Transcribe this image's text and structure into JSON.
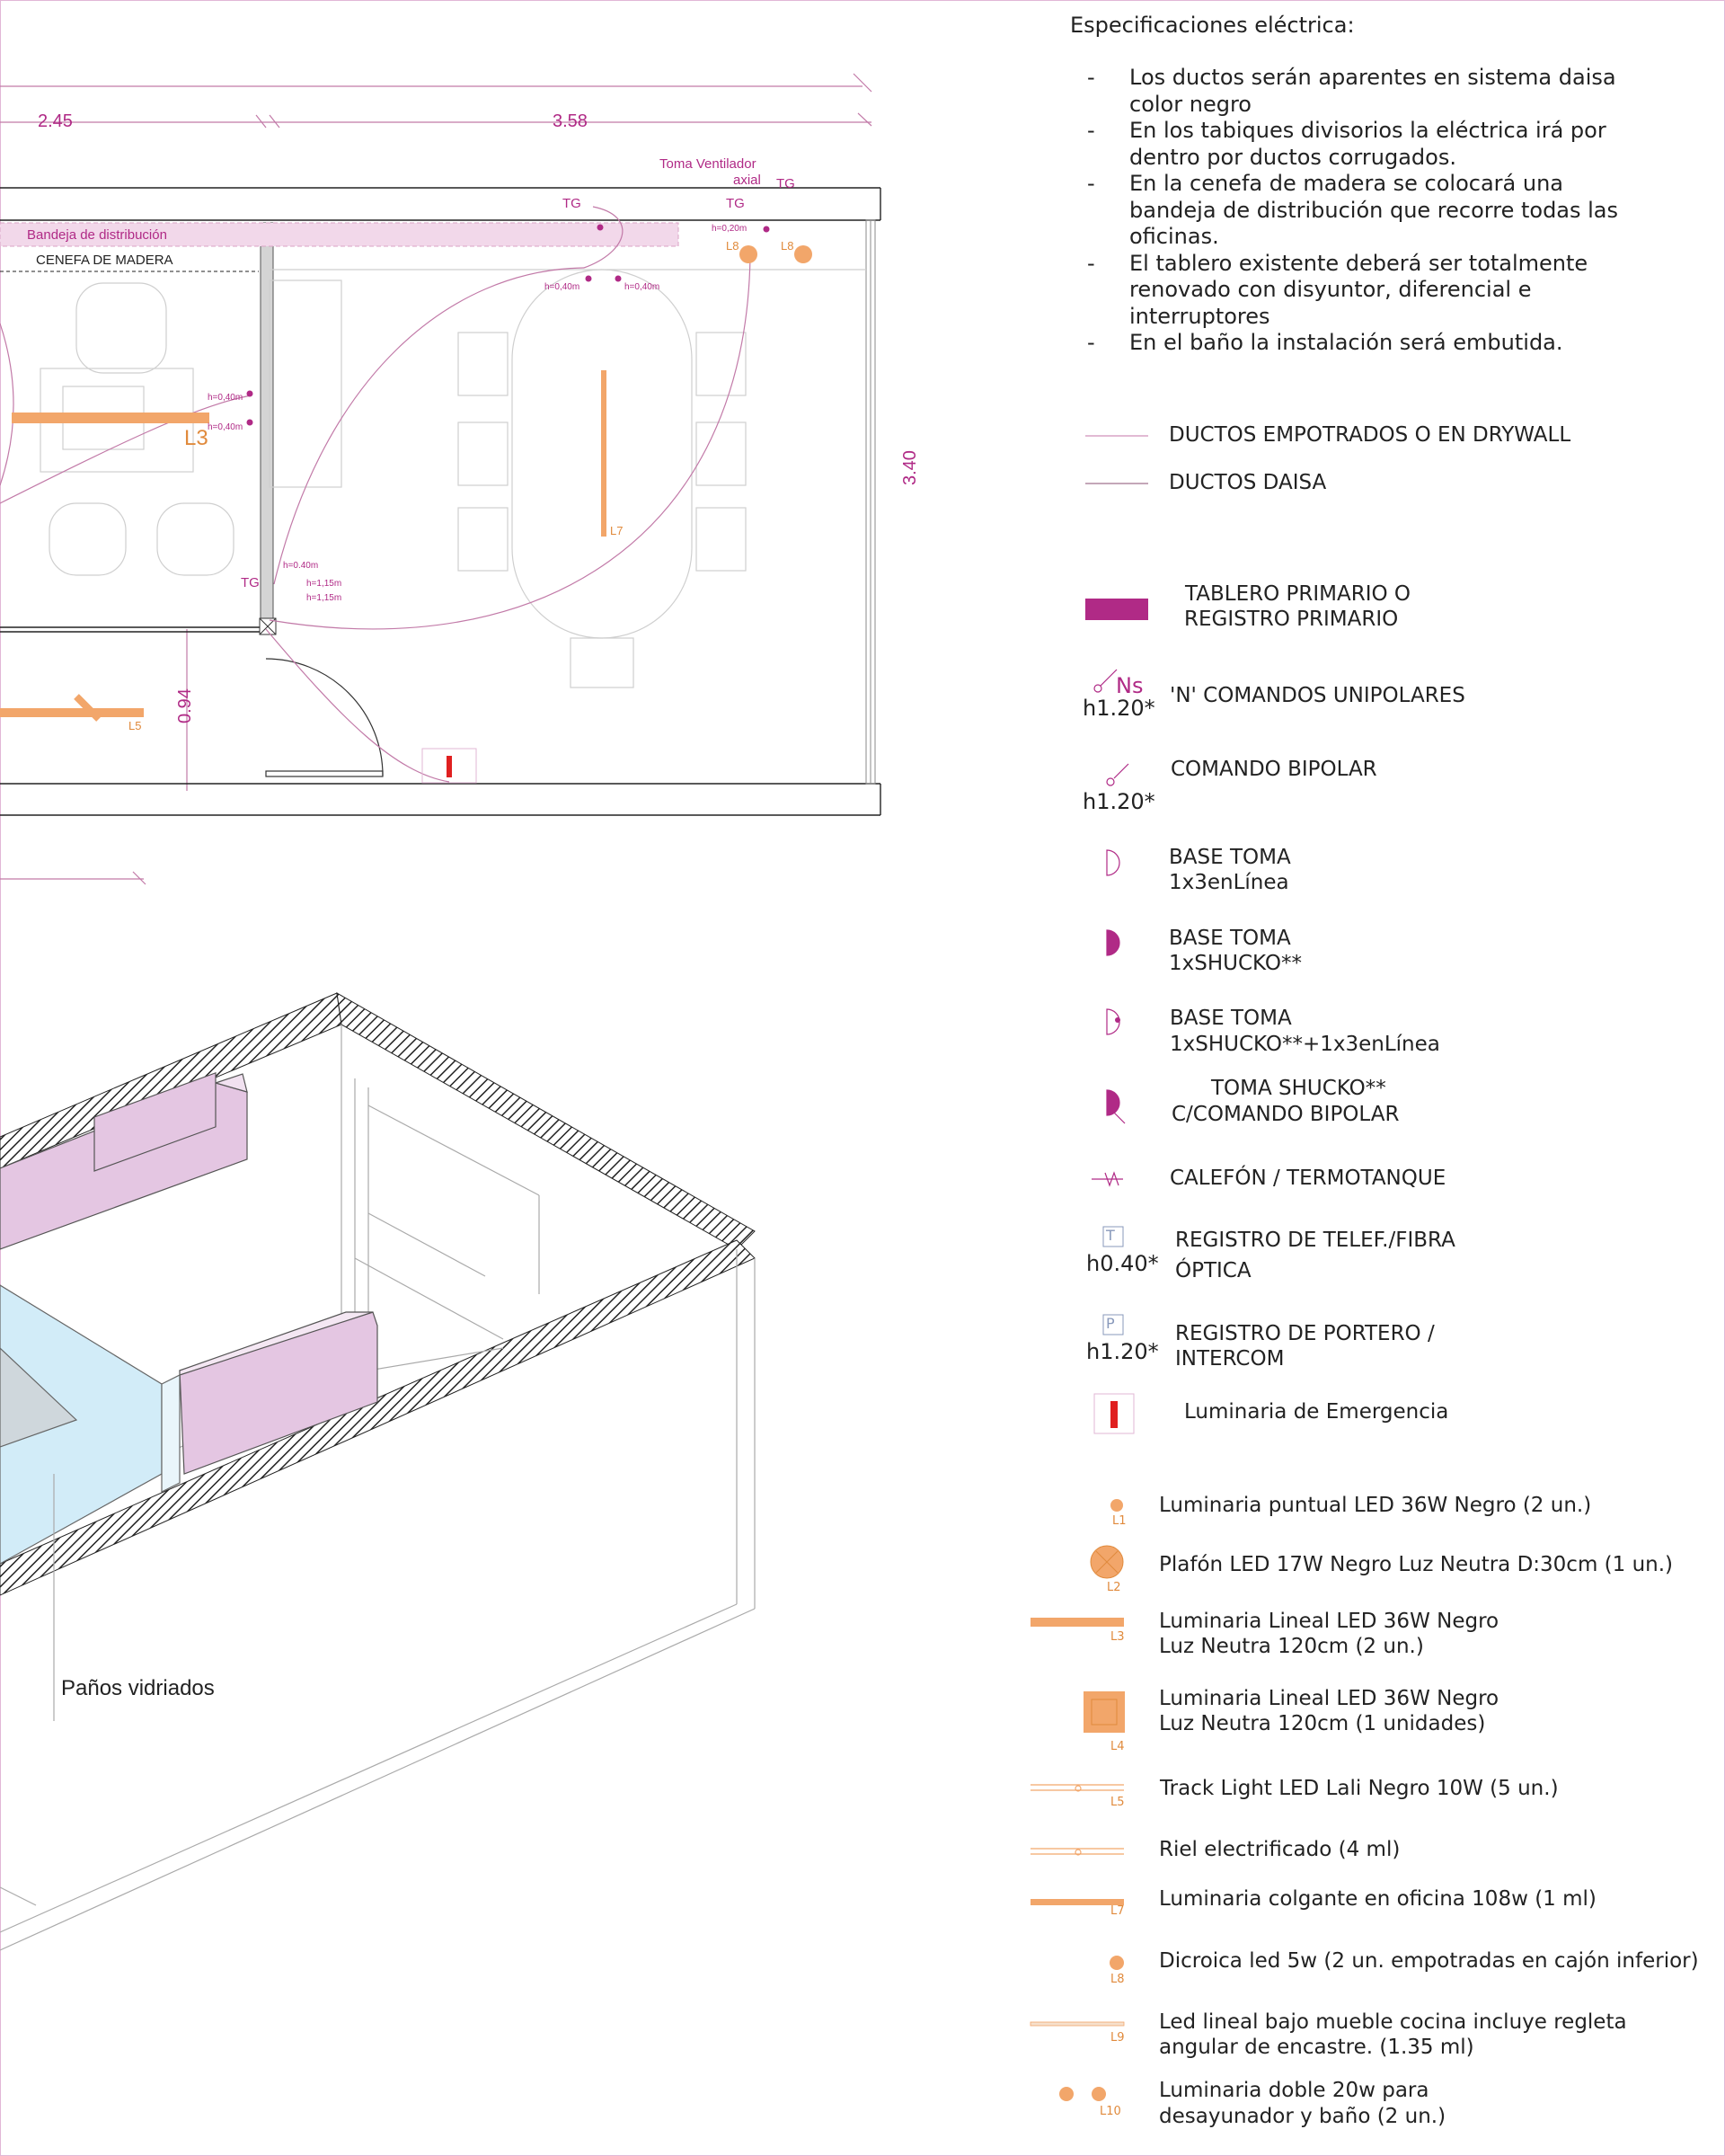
{
  "specs": {
    "title": "Especificaciones eléctrica:",
    "items": [
      "Los ductos serán aparentes en sistema daisa color negro",
      "En los tabiques divisorios la eléctrica irá por dentro por ductos corrugados.",
      "En la cenefa de madera se colocará una bandeja de distribución que recorre todas las oficinas.",
      "El tablero existente deberá ser totalmente renovado con disyuntor, diferencial e interruptores",
      "En el baño la instalación será embutida."
    ]
  },
  "plan": {
    "dim_a": "2.45",
    "dim_b": "3.58",
    "dim_height": "3.40",
    "dim_door": "0.94",
    "fan_label_1": "Toma Ventilador",
    "fan_label_2": "axial",
    "tg": "TG",
    "tray_label": "Bandeja de distribución",
    "valance_label": "CENEFA DE MADERA",
    "h020": "h=0,20m",
    "h040": "h=0,40m",
    "h040b": "h=0.40m",
    "h115": "h=1,15m",
    "l3": "L3",
    "l5": "L5",
    "l7": "L7",
    "l8": "L8"
  },
  "iso": {
    "glass_label": "Paños vidriados"
  },
  "legend": {
    "ducts_embedded": "DUCTOS EMPOTRADOS O EN DRYWALL",
    "ducts_daisa": "DUCTOS DAISA",
    "panel_1": "TABLERO PRIMARIO O",
    "panel_2": "REGISTRO PRIMARIO",
    "ns": "Ns",
    "h120": "h1.20*",
    "h040": "h0.40*",
    "unipolar": "'N' COMANDOS UNIPOLARES",
    "bipolar": "COMANDO BIPOLAR",
    "base1_a": "BASE TOMA",
    "base1_b": "1x3enLínea",
    "base2_a": "BASE TOMA",
    "base2_b": "1xSHUCKO**",
    "base3_a": "BASE TOMA",
    "base3_b": "1xSHUCKO**+1x3enLínea",
    "toma_a": "TOMA SHUCKO**",
    "toma_b": "C/COMANDO BIPOLAR",
    "heater": "CALEFÓN / TERMOTANQUE",
    "tel_a": "REGISTRO DE TELEF./FIBRA",
    "tel_b": "ÓPTICA",
    "tel_icon": "T",
    "port_a": "REGISTRO DE PORTERO /",
    "port_b": "INTERCOM",
    "port_icon": "P",
    "emergency": "Luminaria de Emergencia",
    "L1": {
      "tag": "L1",
      "text": "Luminaria puntual LED 36W Negro (2 un.)"
    },
    "L2": {
      "tag": "L2",
      "text": "Plafón LED 17W Negro Luz Neutra D:30cm (1 un.)"
    },
    "L3": {
      "tag": "L3",
      "text_a": "Luminaria Lineal LED 36W Negro",
      "text_b": "Luz Neutra 120cm (2 un.)"
    },
    "L4": {
      "tag": "L4",
      "text_a": "Luminaria Lineal LED 36W Negro",
      "text_b": "Luz Neutra 120cm (1 unidades)"
    },
    "L5": {
      "tag": "L5",
      "text": "Track Light LED Lali Negro 10W (5 un.)"
    },
    "L6": {
      "text": "Riel electrificado (4 ml)"
    },
    "L7": {
      "tag": "L7",
      "text": "Luminaria colgante en oficina 108w (1 ml)"
    },
    "L8": {
      "tag": "L8",
      "text": "Dicroica led 5w (2 un. empotradas en cajón inferior)"
    },
    "L9": {
      "tag": "L9",
      "text_a": "Led lineal bajo mueble cocina incluye regleta",
      "text_b": "angular de encastre. (1.35 ml)"
    },
    "L10": {
      "tag": "L10",
      "text_a": "Luminaria doble 20w para",
      "text_b": "desayunador y baño (2 un.)"
    }
  },
  "colors": {
    "magenta": "#b02a86",
    "pink_line": "#d9a3c6",
    "orange": "#f2a66a",
    "grey_line": "#c8c8c8",
    "iso_pink": "#e4c6e2",
    "iso_blue": "#d2ecf8"
  }
}
